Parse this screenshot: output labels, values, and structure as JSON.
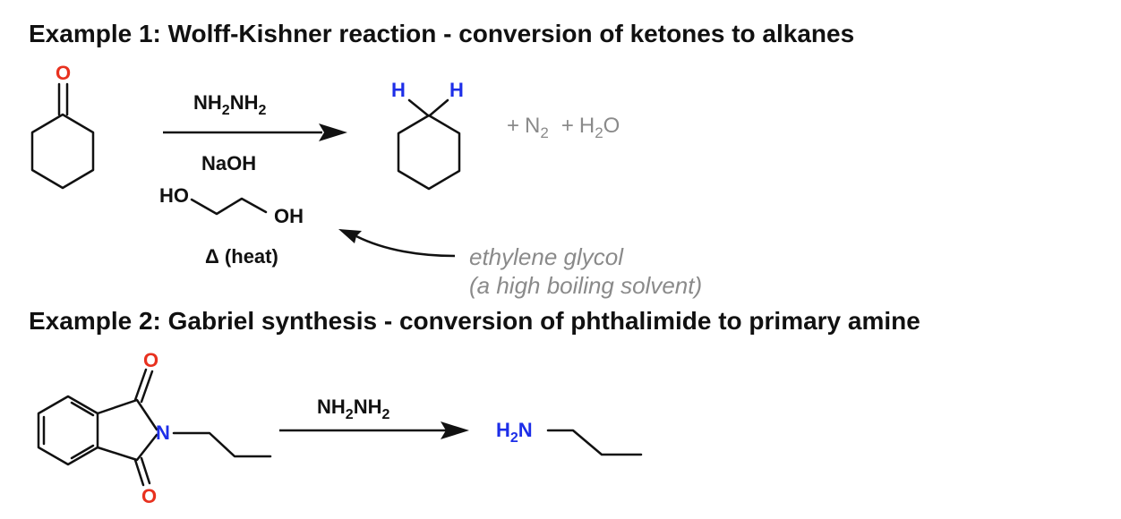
{
  "example1": {
    "title": "Example 1: Wolff-Kishner reaction - conversion of ketones to alkanes",
    "reactant_atom_o": "O",
    "reagent_top_main": "NH",
    "reagent_top_sub1": "2",
    "reagent_top_main2": "NH",
    "reagent_top_sub2": "2",
    "reagent_base": "NaOH",
    "glycol_ho": "HO",
    "glycol_oh": "OH",
    "heat_label": "Δ (heat)",
    "product_h1": "H",
    "product_h2": "H",
    "byproducts": {
      "plus1": "+",
      "n": "N",
      "n_sub": "2",
      "plus2": "+",
      "h": "H",
      "h_sub": "2",
      "o": "O"
    },
    "note_line1": "ethylene glycol",
    "note_line2": "(a high boiling solvent)"
  },
  "example2": {
    "title": "Example 2: Gabriel synthesis - conversion of phthalimide to primary amine",
    "phthalimide_o_top": "O",
    "phthalimide_o_bottom": "O",
    "phthalimide_n": "N",
    "reagent_main": "NH",
    "reagent_sub1": "2",
    "reagent_main2": "NH",
    "reagent_sub2": "2",
    "product_h": "H",
    "product_h_sub": "2",
    "product_n": "N"
  },
  "colors": {
    "oxygen": "#e8311f",
    "nitrogen_hydrogen": "#1d2ee8",
    "byproduct_gray": "#8a8a8a",
    "ink": "#111111"
  }
}
